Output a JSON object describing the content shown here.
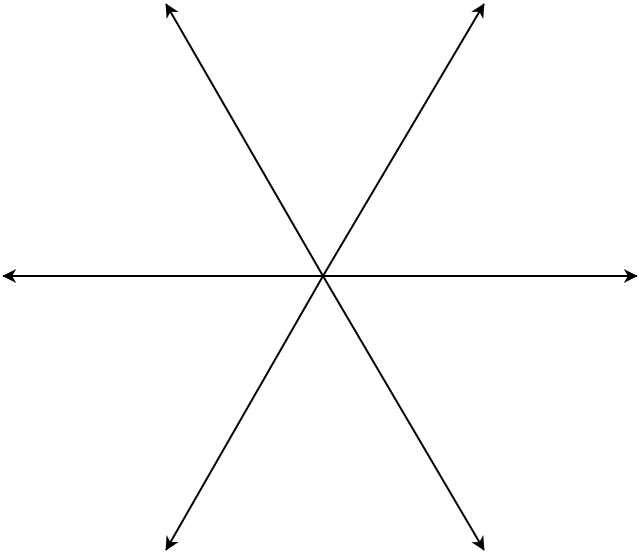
{
  "diagram": {
    "kind": "six-arrow-star",
    "stroke_color": "#000000",
    "background_color": "#ffffff",
    "arrows": [
      {
        "name": "arrow-left",
        "direction": "left"
      },
      {
        "name": "arrow-right",
        "direction": "right"
      },
      {
        "name": "arrow-upper-left",
        "direction": "upper-left"
      },
      {
        "name": "arrow-upper-right",
        "direction": "upper-right"
      },
      {
        "name": "arrow-lower-left",
        "direction": "lower-left"
      },
      {
        "name": "arrow-lower-right",
        "direction": "lower-right"
      }
    ]
  }
}
